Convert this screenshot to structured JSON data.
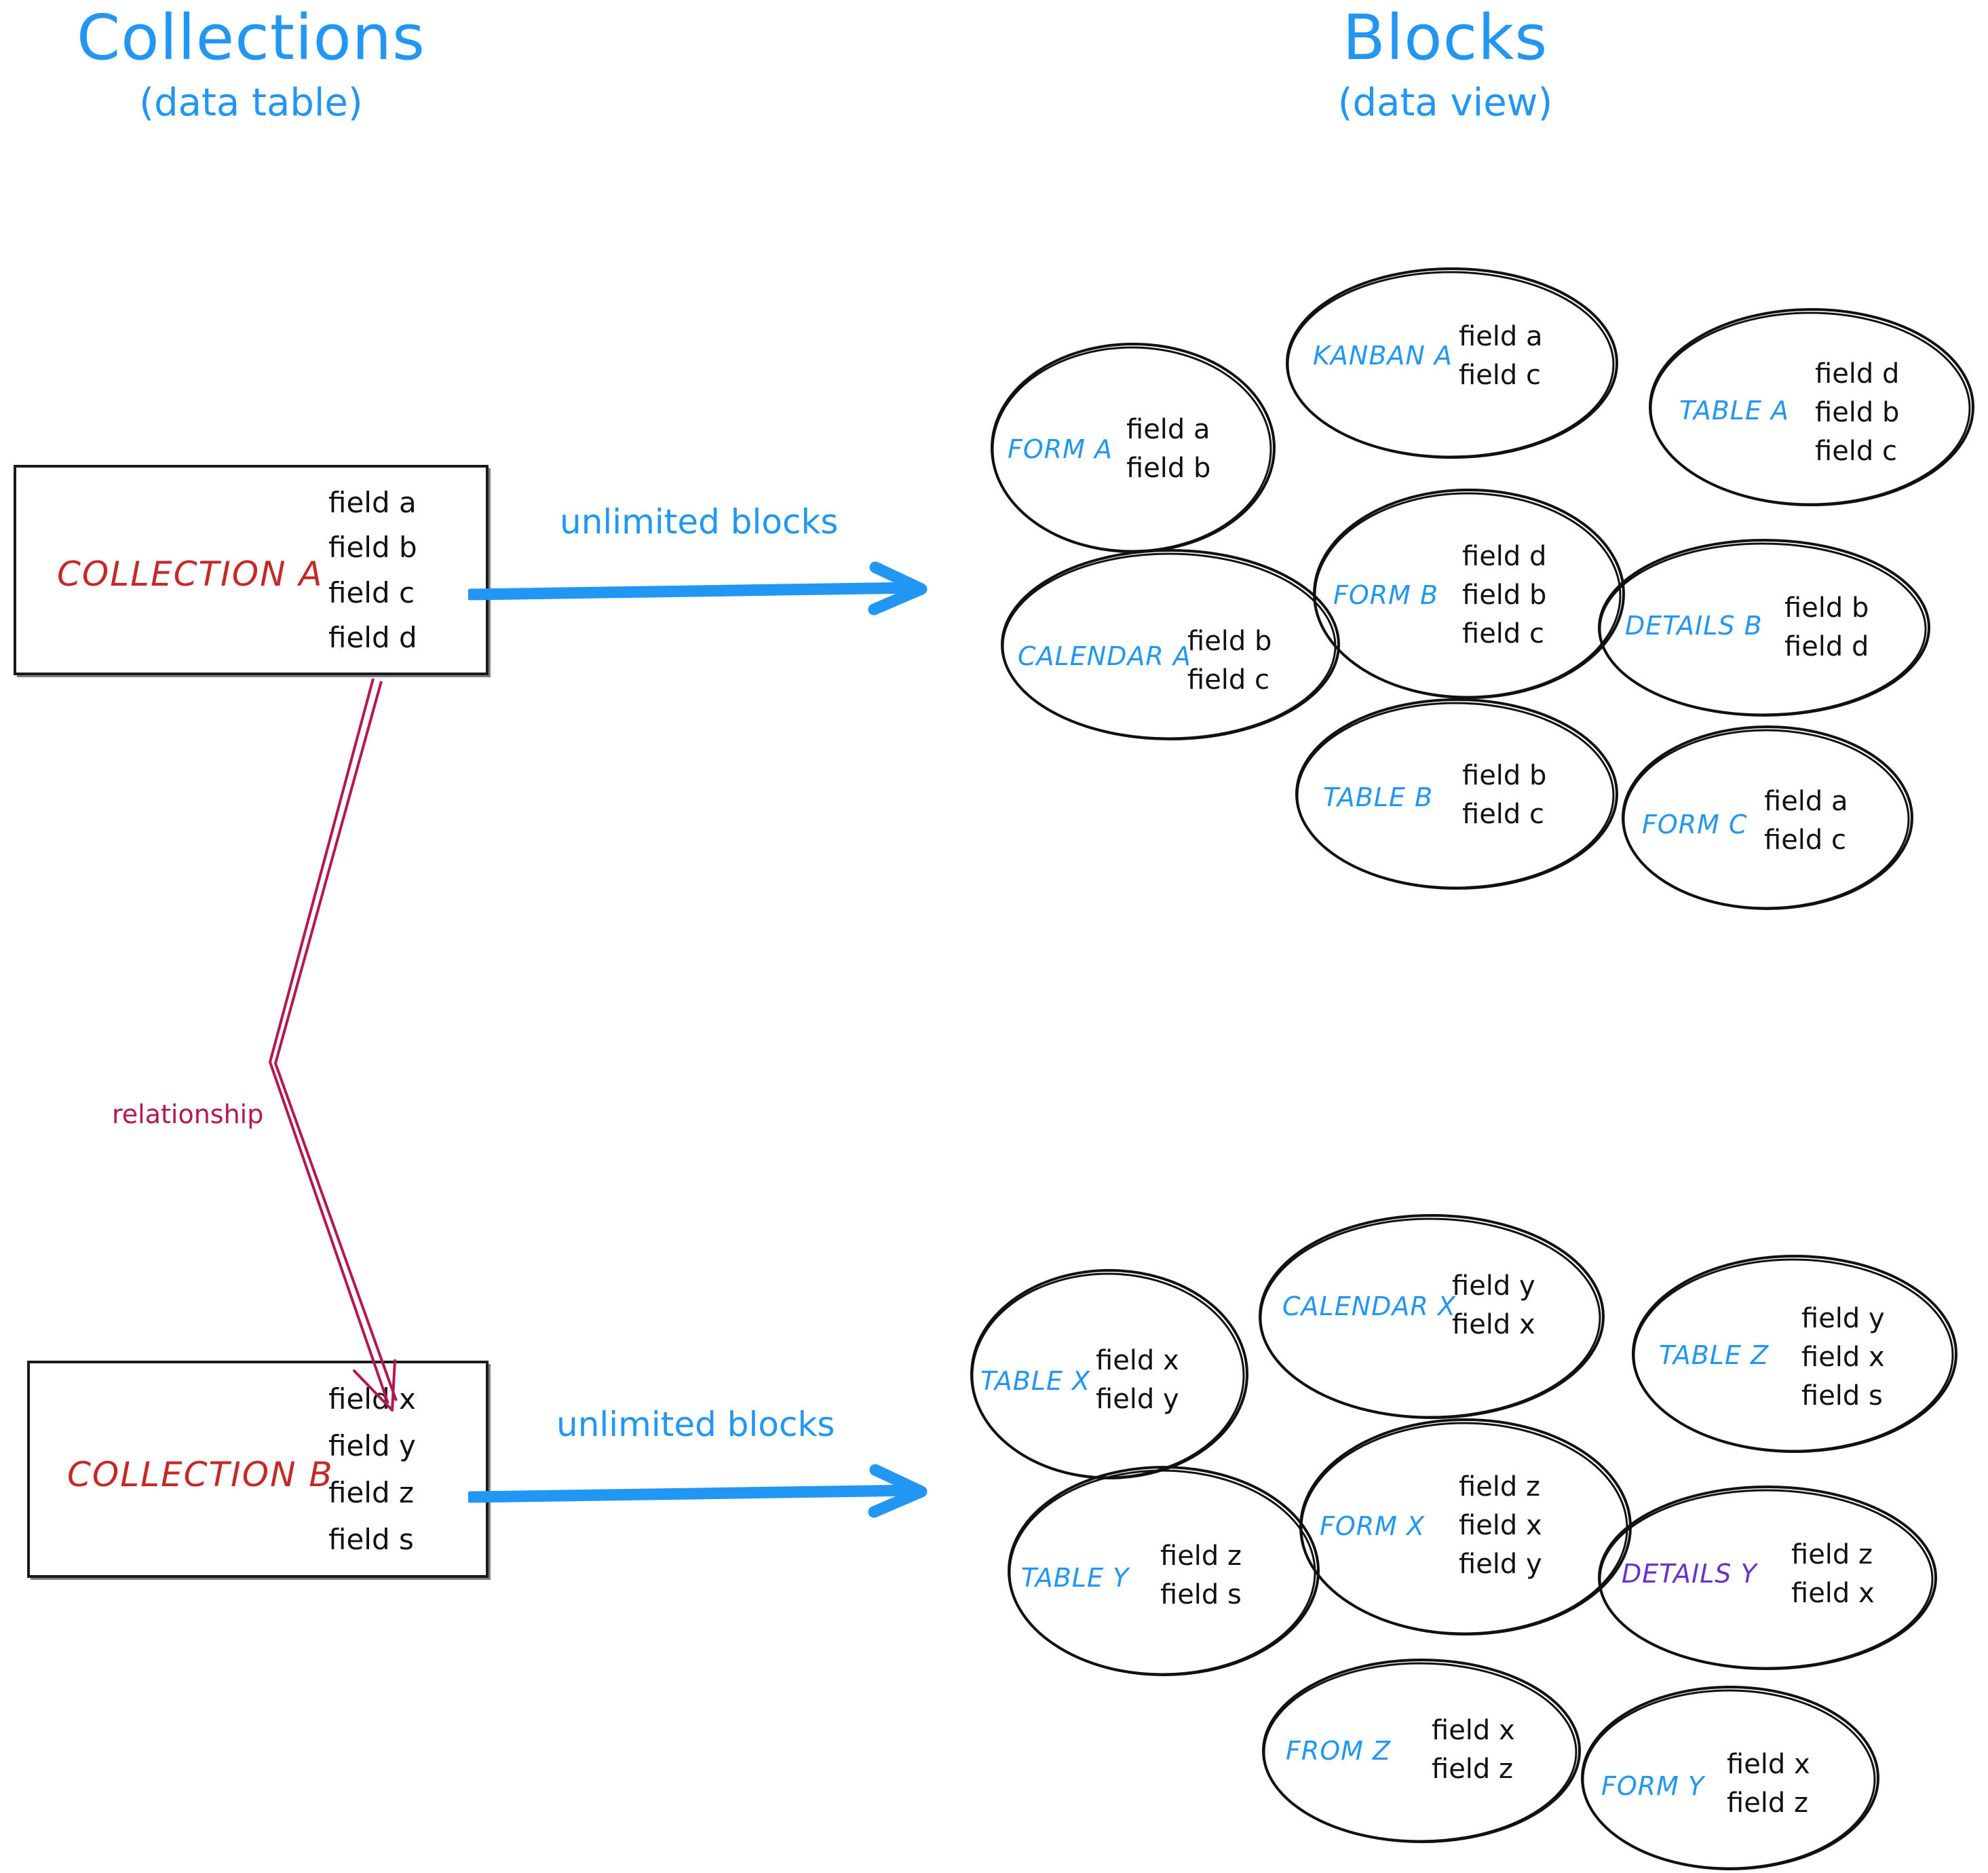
{
  "headings": {
    "collections": {
      "main": "Collections",
      "sub": "(data table)"
    },
    "blocks": {
      "main": "Blocks",
      "sub": "(data view)"
    }
  },
  "colors": {
    "accent_blue": "#2196f3",
    "collection_red": "#c62828",
    "relationship_crimson": "#b5174e",
    "details_y_purple": "#6633cc",
    "outline_black": "#1a1a1a"
  },
  "collections": [
    {
      "id": "collection-a",
      "name": "COLLECTION A",
      "fields": [
        "field a",
        "field b",
        "field c",
        "field d"
      ]
    },
    {
      "id": "collection-b",
      "name": "COLLECTION B",
      "fields": [
        "field x",
        "field y",
        "field z",
        "field s"
      ]
    }
  ],
  "arrows": {
    "blocks_a_label": "unlimited blocks",
    "blocks_b_label": "unlimited blocks",
    "relationship_label": "relationship"
  },
  "blocks_a": [
    {
      "id": "block-form-a",
      "name": "FORM A",
      "color": "blue",
      "fields": [
        "field a",
        "field b"
      ]
    },
    {
      "id": "block-kanban-a",
      "name": "KANBAN A",
      "color": "blue",
      "fields": [
        "field a",
        "field c"
      ]
    },
    {
      "id": "block-table-a",
      "name": "TABLE A",
      "color": "blue",
      "fields": [
        "field d",
        "field b",
        "field c"
      ]
    },
    {
      "id": "block-calendar-a",
      "name": "CALENDAR A",
      "color": "blue",
      "fields": [
        "field b",
        "field c"
      ]
    },
    {
      "id": "block-form-b",
      "name": "FORM B",
      "color": "blue",
      "fields": [
        "field d",
        "field b",
        "field c"
      ]
    },
    {
      "id": "block-details-b",
      "name": "DETAILS B",
      "color": "blue",
      "fields": [
        "field b",
        "field d"
      ]
    },
    {
      "id": "block-table-b",
      "name": "TABLE B",
      "color": "blue",
      "fields": [
        "field b",
        "field c"
      ]
    },
    {
      "id": "block-form-c",
      "name": "FORM C",
      "color": "blue",
      "fields": [
        "field a",
        "field c"
      ]
    }
  ],
  "blocks_b": [
    {
      "id": "block-table-x",
      "name": "TABLE X",
      "color": "blue",
      "fields": [
        "field x",
        "field y"
      ]
    },
    {
      "id": "block-calendar-x",
      "name": "CALENDAR X",
      "color": "blue",
      "fields": [
        "field y",
        "field x"
      ]
    },
    {
      "id": "block-table-z",
      "name": "TABLE Z",
      "color": "blue",
      "fields": [
        "field y",
        "field x",
        "field s"
      ]
    },
    {
      "id": "block-table-y",
      "name": "TABLE Y",
      "color": "blue",
      "fields": [
        "field z",
        "field s"
      ]
    },
    {
      "id": "block-form-x",
      "name": "FORM X",
      "color": "blue",
      "fields": [
        "field z",
        "field x",
        "field y"
      ]
    },
    {
      "id": "block-details-y",
      "name": "DETAILS Y",
      "color": "purple",
      "fields": [
        "field z",
        "field x"
      ]
    },
    {
      "id": "block-from-z",
      "name": "FROM Z",
      "color": "blue",
      "fields": [
        "field x",
        "field z"
      ]
    },
    {
      "id": "block-form-y",
      "name": "FORM Y",
      "color": "blue",
      "fields": [
        "field x",
        "field z"
      ]
    }
  ]
}
